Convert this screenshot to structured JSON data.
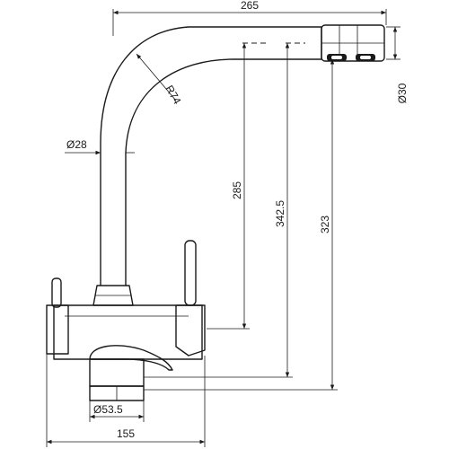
{
  "dimensions": {
    "overall_reach": "265",
    "outlet_diameter": "Ø30",
    "bend_radius": "R74",
    "tube_diameter": "Ø28",
    "outlet_height_inner": "285",
    "total_height": "342.5",
    "outlet_height_outer": "323",
    "base_diameter": "Ø53.5",
    "base_width": "155"
  },
  "colors": {
    "stroke": "#1a1a1a",
    "background": "#ffffff"
  }
}
